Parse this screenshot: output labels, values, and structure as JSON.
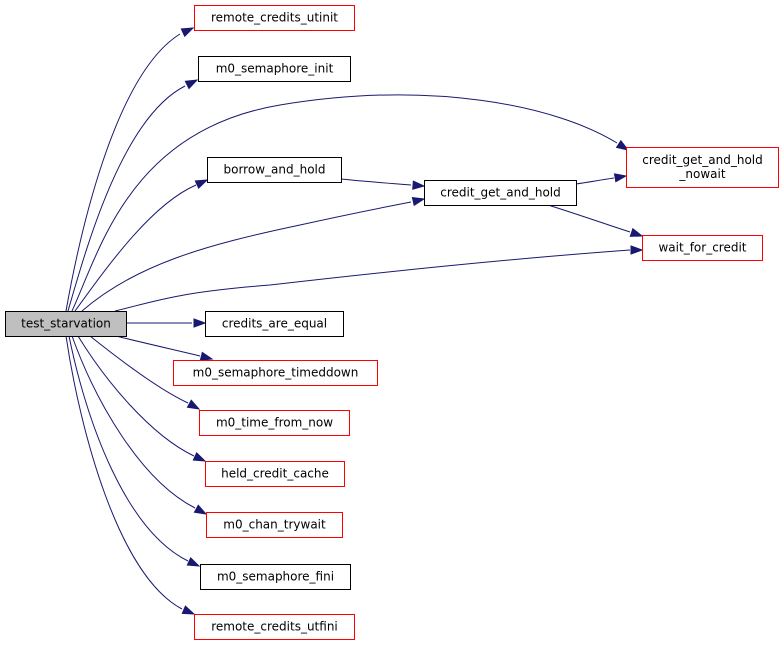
{
  "graph": {
    "colors": {
      "edge": "#191970",
      "border_link": "#000000",
      "border_undocumented": "#ff0000",
      "root_fill": "#bfbfbf"
    },
    "nodes": [
      {
        "id": "test_starvation",
        "lines": [
          "test_starvation"
        ],
        "style": "root"
      },
      {
        "id": "remote_credits_utinit",
        "lines": [
          "remote_credits_utinit"
        ],
        "style": "red"
      },
      {
        "id": "m0_semaphore_init",
        "lines": [
          "m0_semaphore_init"
        ],
        "style": "black"
      },
      {
        "id": "credit_get_and_hold_nowait",
        "lines": [
          "credit_get_and_hold",
          "_nowait"
        ],
        "style": "red"
      },
      {
        "id": "borrow_and_hold",
        "lines": [
          "borrow_and_hold"
        ],
        "style": "black"
      },
      {
        "id": "credit_get_and_hold",
        "lines": [
          "credit_get_and_hold"
        ],
        "style": "black"
      },
      {
        "id": "wait_for_credit",
        "lines": [
          "wait_for_credit"
        ],
        "style": "red"
      },
      {
        "id": "credits_are_equal",
        "lines": [
          "credits_are_equal"
        ],
        "style": "black"
      },
      {
        "id": "m0_semaphore_timeddown",
        "lines": [
          "m0_semaphore_timeddown"
        ],
        "style": "red"
      },
      {
        "id": "m0_time_from_now",
        "lines": [
          "m0_time_from_now"
        ],
        "style": "red"
      },
      {
        "id": "held_credit_cache",
        "lines": [
          "held_credit_cache"
        ],
        "style": "red"
      },
      {
        "id": "m0_chan_trywait",
        "lines": [
          "m0_chan_trywait"
        ],
        "style": "red"
      },
      {
        "id": "m0_semaphore_fini",
        "lines": [
          "m0_semaphore_fini"
        ],
        "style": "black"
      },
      {
        "id": "remote_credits_utfini",
        "lines": [
          "remote_credits_utfini"
        ],
        "style": "red"
      }
    ],
    "edges": [
      {
        "from": "test_starvation",
        "to": "remote_credits_utinit"
      },
      {
        "from": "test_starvation",
        "to": "m0_semaphore_init"
      },
      {
        "from": "test_starvation",
        "to": "credit_get_and_hold_nowait"
      },
      {
        "from": "test_starvation",
        "to": "borrow_and_hold"
      },
      {
        "from": "test_starvation",
        "to": "credit_get_and_hold"
      },
      {
        "from": "test_starvation",
        "to": "wait_for_credit"
      },
      {
        "from": "test_starvation",
        "to": "credits_are_equal"
      },
      {
        "from": "test_starvation",
        "to": "m0_semaphore_timeddown"
      },
      {
        "from": "test_starvation",
        "to": "m0_time_from_now"
      },
      {
        "from": "test_starvation",
        "to": "held_credit_cache"
      },
      {
        "from": "test_starvation",
        "to": "m0_chan_trywait"
      },
      {
        "from": "test_starvation",
        "to": "m0_semaphore_fini"
      },
      {
        "from": "test_starvation",
        "to": "remote_credits_utfini"
      },
      {
        "from": "borrow_and_hold",
        "to": "credit_get_and_hold"
      },
      {
        "from": "credit_get_and_hold",
        "to": "credit_get_and_hold_nowait"
      },
      {
        "from": "credit_get_and_hold",
        "to": "wait_for_credit"
      }
    ]
  }
}
